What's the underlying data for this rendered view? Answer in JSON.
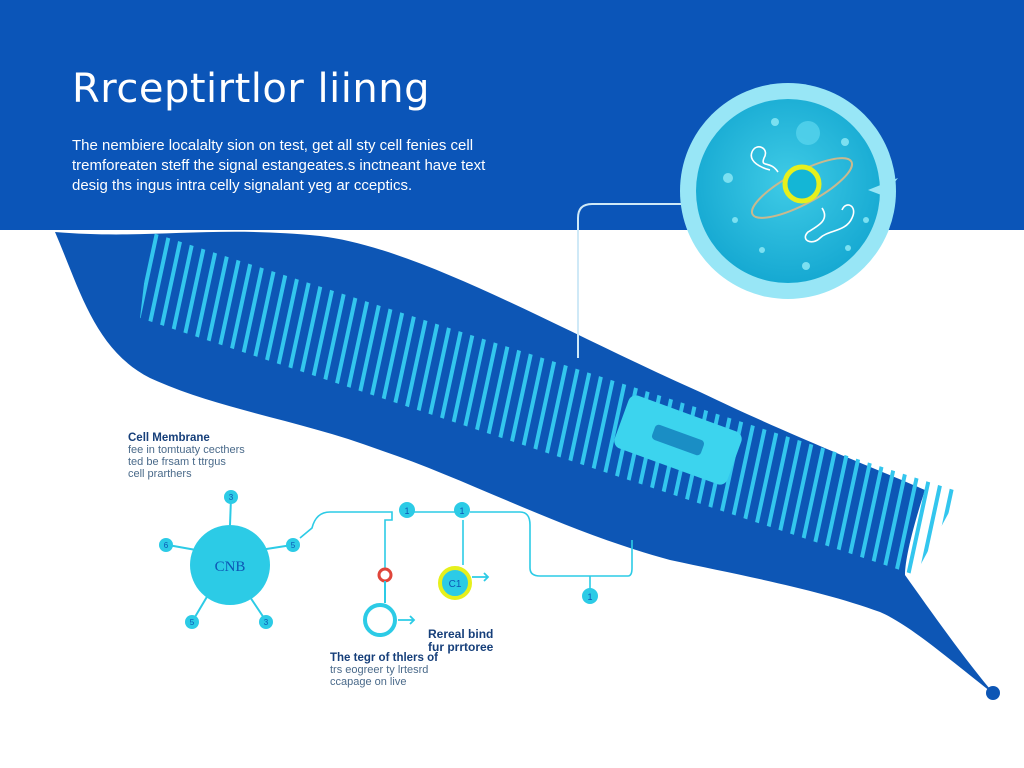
{
  "title": "Rrceptirtlor liinng",
  "description": [
    "The nembiere localalty sion on test, get all sty cell fenies cell",
    "tremforeaten steff the signal estangeates.s inctneant have text",
    "desig ths ingus intra celly signalant yeg ar cceptics."
  ],
  "membrane_label": {
    "title": "Cell Membrane",
    "lines": [
      "fee in tomtuaty cecthers",
      "ted be frsam t ttrgus",
      "cell prarthers"
    ]
  },
  "receptor_hub": {
    "label": "CNB",
    "node_markers": [
      "3",
      "5",
      "6",
      "5",
      "3"
    ]
  },
  "pathway_markers": [
    "1",
    "1",
    "1"
  ],
  "binding_marker": "C1",
  "reveal_label": {
    "title": "Rereal bind",
    "lines": [
      "fur prrtoree"
    ]
  },
  "target_label": {
    "title": "The tegr of thlers of",
    "lines": [
      "trs eogreer ty lrtesrd",
      "ccapage on live"
    ]
  },
  "colors": {
    "header_blue": "#0b55b8",
    "membrane_blue": "#0d56b5",
    "stripe_cyan": "#33c6ee",
    "node_cyan": "#2ccbe6",
    "accent_yellow": "#e6f01c",
    "accent_red": "#e0453a"
  }
}
